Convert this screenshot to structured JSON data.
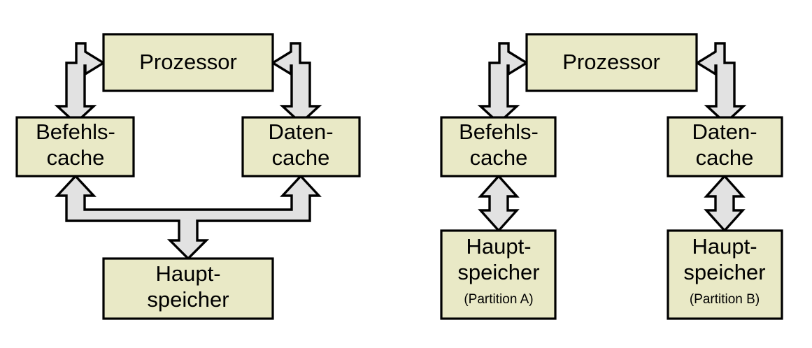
{
  "figure": {
    "type": "block-diagram",
    "background_color": "#FFFFFF",
    "node_fill_color": "#E9E9C6",
    "node_stroke_color": "#000000",
    "arrow_fill_color": "#E2E2E2",
    "arrow_stroke_color": "#000000"
  },
  "diagrams": [
    {
      "id": "harvard-shared-memory",
      "nodes": {
        "processor": {
          "label": "Prozessor"
        },
        "instruction_cache": {
          "line1": "Befehls-",
          "line2": "cache"
        },
        "data_cache": {
          "line1": "Daten-",
          "line2": "cache"
        },
        "main_memory": {
          "line1": "Haupt-",
          "line2": "speicher"
        }
      },
      "connectors": [
        {
          "name": "processor-to-instruction-cache",
          "kind": "bent-double-arrow",
          "from": "instruction-cache",
          "to": "processor"
        },
        {
          "name": "processor-to-data-cache",
          "kind": "bent-double-arrow",
          "from": "data-cache",
          "to": "processor"
        },
        {
          "name": "caches-to-main-memory",
          "kind": "three-way-bus-arrow",
          "from": "instruction-cache,data-cache",
          "to": "main-memory"
        }
      ]
    },
    {
      "id": "harvard-partitioned-memory",
      "nodes": {
        "processor": {
          "label": "Prozessor"
        },
        "instruction_cache": {
          "line1": "Befehls-",
          "line2": "cache"
        },
        "data_cache": {
          "line1": "Daten-",
          "line2": "cache"
        },
        "main_memory_a": {
          "line1": "Haupt-",
          "line2": "speicher",
          "line3": "(Partition A)"
        },
        "main_memory_b": {
          "line1": "Haupt-",
          "line2": "speicher",
          "line3": "(Partition B)"
        }
      },
      "connectors": [
        {
          "name": "processor-to-instruction-cache",
          "kind": "bent-double-arrow",
          "from": "instruction-cache",
          "to": "processor"
        },
        {
          "name": "processor-to-data-cache",
          "kind": "bent-double-arrow",
          "from": "data-cache",
          "to": "processor"
        },
        {
          "name": "instruction-cache-to-memory-a",
          "kind": "vertical-double-arrow",
          "from": "instruction-cache",
          "to": "main-memory-a"
        },
        {
          "name": "data-cache-to-memory-b",
          "kind": "vertical-double-arrow",
          "from": "data-cache",
          "to": "main-memory-b"
        }
      ]
    }
  ]
}
